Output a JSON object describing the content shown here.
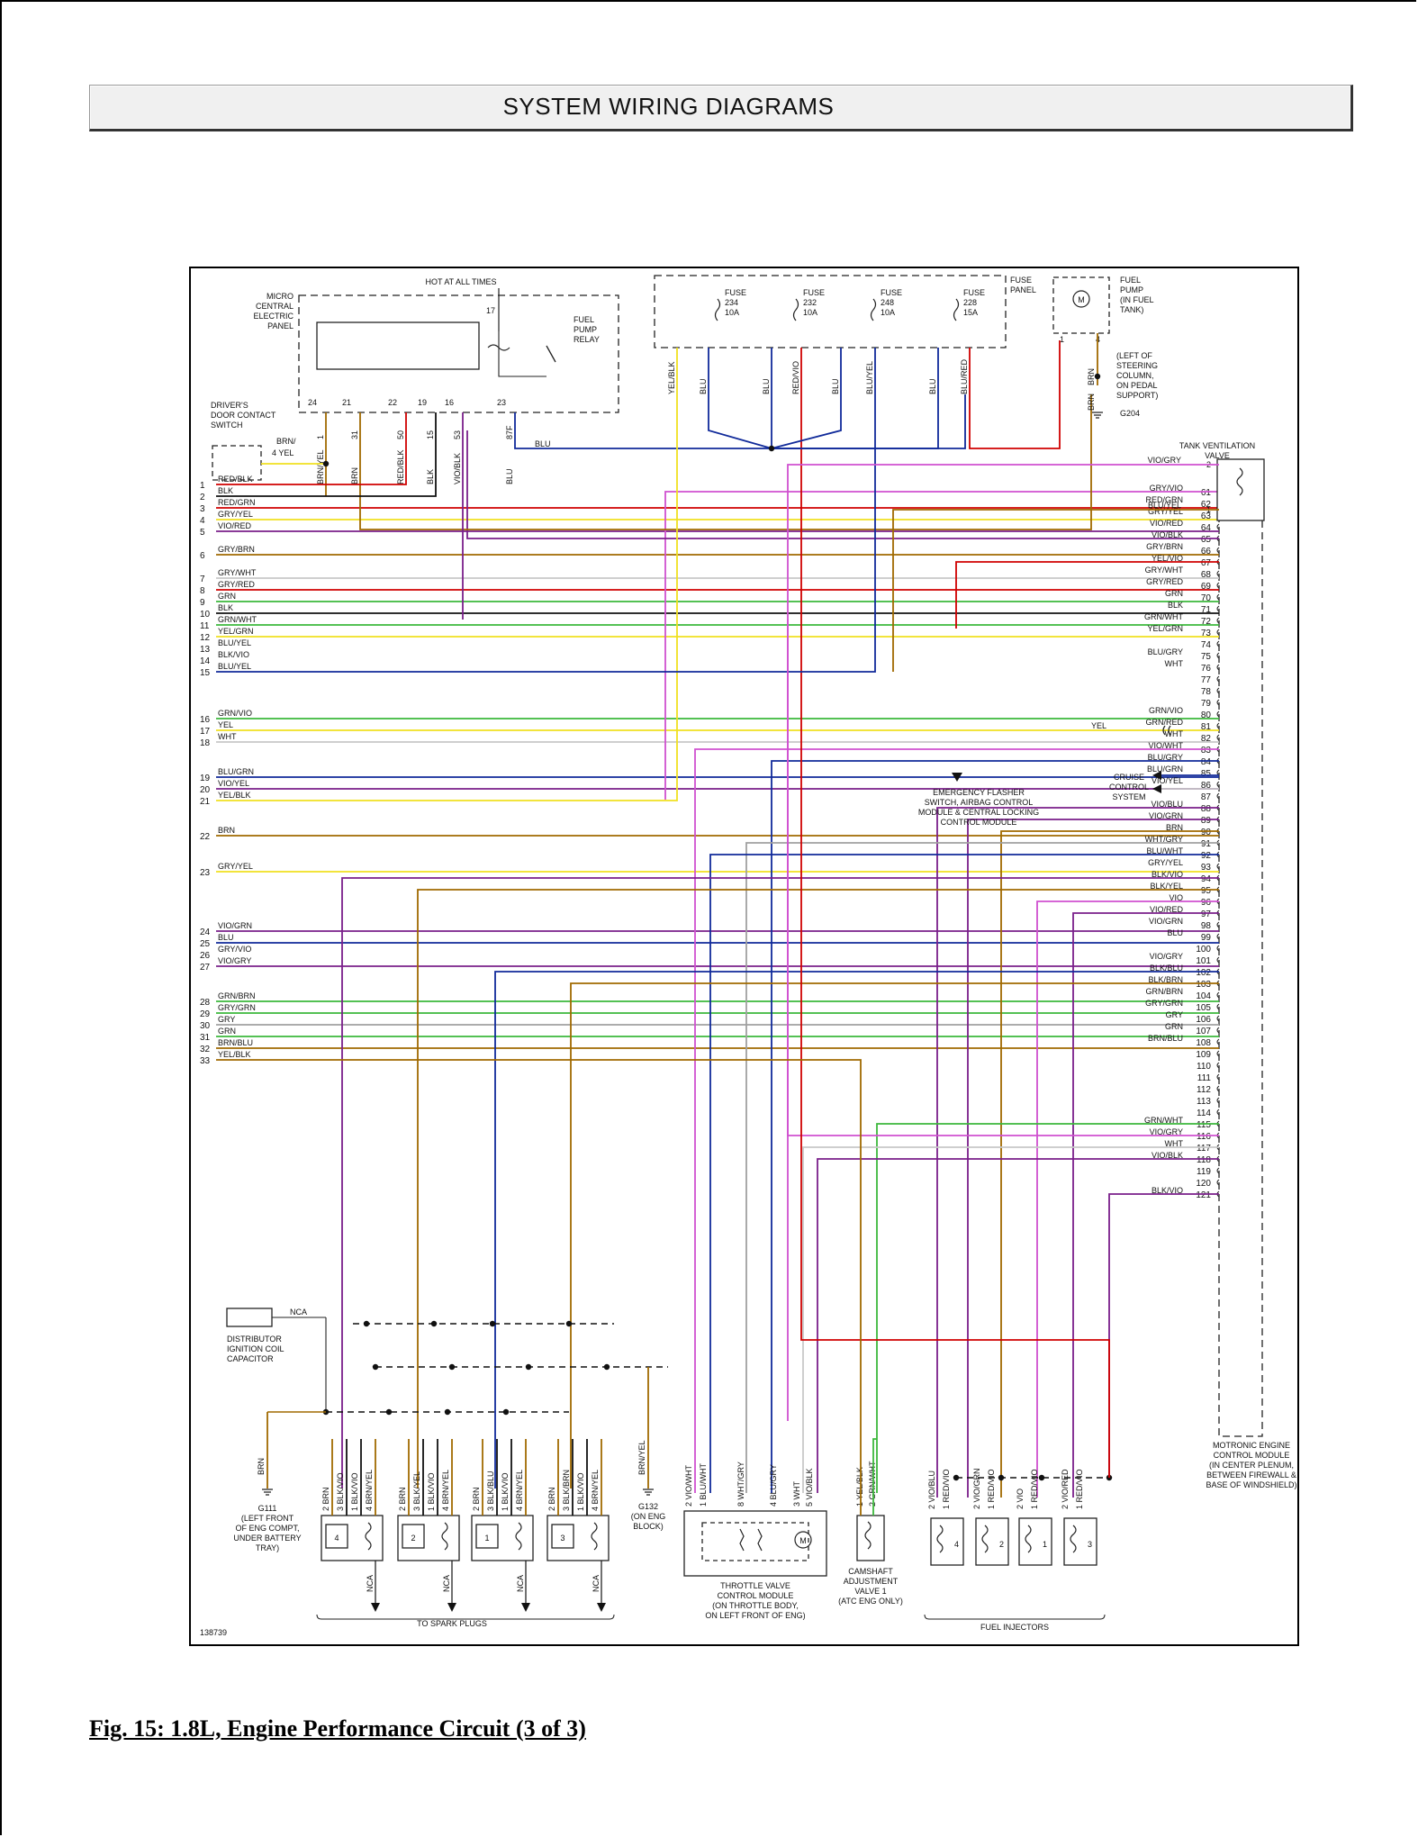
{
  "header": {
    "title": "SYSTEM WIRING DIAGRAMS"
  },
  "caption": "Fig. 15: 1.8L, Engine Performance Circuit (3 of 3)",
  "diagram_id": "138739",
  "colors": {
    "YEL": "#f0e020",
    "BRN": "#a06a00",
    "RED": "#d00000",
    "BLK": "#111111",
    "GRN": "#3cb83c",
    "VIO": "#7a1f8a",
    "BLU": "#102a9a",
    "GRY": "#a0a0a0",
    "WHT": "#c8c8c8",
    "PNK": "#d050d0"
  },
  "labels": {
    "micro_panel": "MICRO\nCENTRAL\nELECTRIC\nPANEL",
    "hot_at_all_times": "HOT AT ALL TIMES",
    "fuel_pump_relay": "FUEL\nPUMP\nRELAY",
    "drivers_door": "DRIVER'S\nDOOR CONTACT\nSWITCH",
    "fuse_panel": "FUSE\nPANEL",
    "fuel_pump": "FUEL\nPUMP\n(IN FUEL\nTANK)",
    "left_steering": "(LEFT OF\nSTEERING\nCOLUMN,\nON PEDAL\nSUPPORT)",
    "g204": "G204",
    "tank_vent": "TANK VENTILATION\nVALVE",
    "emergency": "EMERGENCY FLASHER\nSWITCH, AIRBAG CONTROL\nMODULE & CENTRAL LOCKING\nCONTROL MODULE",
    "cruise": "CRUISE\nCONTROL\nSYSTEM",
    "motronic": "MOTRONIC ENGINE\nCONTROL MODULE\n(IN CENTER PLENUM,\nBETWEEN FIREWALL &\nBASE OF WINDSHIELD)",
    "distributor": "DISTRIBUTOR\nIGNITION COIL\nCAPACITOR",
    "nca": "NCA",
    "g111": "G111\n(LEFT FRONT\nOF ENG COMPT,\nUNDER BATTERY\nTRAY)",
    "g132": "G132\n(ON ENG\nBLOCK)",
    "to_spark_plugs": "TO SPARK PLUGS",
    "throttle": "THROTTLE VALVE\nCONTROL MODULE\n(ON THROTTLE BODY,\nON LEFT FRONT OF ENG)",
    "camshaft": "CAMSHAFT\nADJUSTMENT\nVALVE 1\n(ATC ENG ONLY)",
    "fuel_injectors": "FUEL INJECTORS",
    "yel": "YEL",
    "blu": "BLU"
  },
  "fuses": [
    {
      "label": "FUSE\n234\n10A"
    },
    {
      "label": "FUSE\n232\n10A"
    },
    {
      "label": "FUSE\n248\n10A"
    },
    {
      "label": "FUSE\n228\n15A"
    }
  ],
  "panel_pins": [
    "24",
    "21",
    "22",
    "19",
    "16",
    "23"
  ],
  "panel_pins_top": [
    "17"
  ],
  "panel_wire_labels": [
    "BRN/YEL",
    "BRN",
    "RED/BLK",
    "BLK",
    "VIO/BLK",
    "BLU"
  ],
  "panel_wire_pins": [
    "1",
    "31",
    "50",
    "15",
    "53",
    "87F"
  ],
  "fuse_wire_labels": [
    "YEL/BLK",
    "BLU",
    "BLU",
    "RED/VIO",
    "BLU",
    "BLU/YEL",
    "BLU",
    "BLU/RED",
    "BLU/RED",
    "BRN",
    "BRN"
  ],
  "fuel_pump_pins": [
    "1",
    "4"
  ],
  "tank_vent_wires": [
    {
      "label": "VIO/GRY",
      "pin": "2"
    },
    {
      "label": "BLU/YEL",
      "pin": "1"
    }
  ],
  "left_wires": [
    {
      "n": "1",
      "label": "RED/BLK"
    },
    {
      "n": "2",
      "label": "BLK"
    },
    {
      "n": "3",
      "label": "RED/GRN"
    },
    {
      "n": "4",
      "label": "GRY/YEL"
    },
    {
      "n": "5",
      "label": "VIO/RED"
    },
    {
      "n": "6",
      "label": "GRY/BRN"
    },
    {
      "n": "7",
      "label": "GRY/WHT"
    },
    {
      "n": "8",
      "label": "GRY/RED"
    },
    {
      "n": "9",
      "label": "GRN"
    },
    {
      "n": "10",
      "label": "BLK"
    },
    {
      "n": "11",
      "label": "GRN/WHT"
    },
    {
      "n": "12",
      "label": "YEL/GRN"
    },
    {
      "n": "13",
      "label": "BLU/YEL"
    },
    {
      "n": "14",
      "label": "BLK/VIO"
    },
    {
      "n": "15",
      "label": "BLU/YEL"
    },
    {
      "n": "16",
      "label": "GRN/VIO"
    },
    {
      "n": "17",
      "label": "YEL"
    },
    {
      "n": "18",
      "label": "WHT"
    },
    {
      "n": "19",
      "label": "BLU/GRN"
    },
    {
      "n": "20",
      "label": "VIO/YEL"
    },
    {
      "n": "21",
      "label": "YEL/BLK"
    },
    {
      "n": "22",
      "label": "BRN"
    },
    {
      "n": "23",
      "label": "GRY/YEL"
    },
    {
      "n": "24",
      "label": "VIO/GRN"
    },
    {
      "n": "25",
      "label": "BLU"
    },
    {
      "n": "26",
      "label": "GRY/VIO"
    },
    {
      "n": "27",
      "label": "VIO/GRY"
    },
    {
      "n": "28",
      "label": "GRN/BRN"
    },
    {
      "n": "29",
      "label": "GRY/GRN"
    },
    {
      "n": "30",
      "label": "GRY"
    },
    {
      "n": "31",
      "label": "GRN"
    },
    {
      "n": "32",
      "label": "BRN/BLU"
    },
    {
      "n": "33",
      "label": "YEL/BLK"
    }
  ],
  "ecm_pins": [
    {
      "n": "61",
      "label": "GRY/VIO"
    },
    {
      "n": "62",
      "label": "RED/GRN"
    },
    {
      "n": "63",
      "label": "GRY/YEL"
    },
    {
      "n": "64",
      "label": "VIO/RED"
    },
    {
      "n": "65",
      "label": "VIO/BLK"
    },
    {
      "n": "66",
      "label": "GRY/BRN"
    },
    {
      "n": "67",
      "label": "YEL/VIO"
    },
    {
      "n": "68",
      "label": "GRY/WHT"
    },
    {
      "n": "69",
      "label": "GRY/RED"
    },
    {
      "n": "70",
      "label": "GRN"
    },
    {
      "n": "71",
      "label": "BLK"
    },
    {
      "n": "72",
      "label": "GRN/WHT"
    },
    {
      "n": "73",
      "label": "YEL/GRN"
    },
    {
      "n": "74",
      "label": ""
    },
    {
      "n": "75",
      "label": "BLU/GRY"
    },
    {
      "n": "76",
      "label": "WHT"
    },
    {
      "n": "77",
      "label": ""
    },
    {
      "n": "78",
      "label": ""
    },
    {
      "n": "79",
      "label": ""
    },
    {
      "n": "80",
      "label": "GRN/VIO"
    },
    {
      "n": "81",
      "label": "GRN/RED"
    },
    {
      "n": "82",
      "label": "WHT"
    },
    {
      "n": "83",
      "label": "VIO/WHT"
    },
    {
      "n": "84",
      "label": "BLU/GRY"
    },
    {
      "n": "85",
      "label": "BLU/GRN"
    },
    {
      "n": "86",
      "label": "VIO/YEL"
    },
    {
      "n": "87",
      "label": ""
    },
    {
      "n": "88",
      "label": "VIO/BLU"
    },
    {
      "n": "89",
      "label": "VIO/GRN"
    },
    {
      "n": "90",
      "label": "BRN"
    },
    {
      "n": "91",
      "label": "WHT/GRY"
    },
    {
      "n": "92",
      "label": "BLU/WHT"
    },
    {
      "n": "93",
      "label": "GRY/YEL"
    },
    {
      "n": "94",
      "label": "BLK/VIO"
    },
    {
      "n": "95",
      "label": "BLK/YEL"
    },
    {
      "n": "96",
      "label": "VIO"
    },
    {
      "n": "97",
      "label": "VIO/RED"
    },
    {
      "n": "98",
      "label": "VIO/GRN"
    },
    {
      "n": "99",
      "label": "BLU"
    },
    {
      "n": "100",
      "label": ""
    },
    {
      "n": "101",
      "label": "VIO/GRY"
    },
    {
      "n": "102",
      "label": "BLK/BLU"
    },
    {
      "n": "103",
      "label": "BLK/BRN"
    },
    {
      "n": "104",
      "label": "GRN/BRN"
    },
    {
      "n": "105",
      "label": "GRY/GRN"
    },
    {
      "n": "106",
      "label": "GRY"
    },
    {
      "n": "107",
      "label": "GRN"
    },
    {
      "n": "108",
      "label": "BRN/BLU"
    },
    {
      "n": "109",
      "label": ""
    },
    {
      "n": "110",
      "label": ""
    },
    {
      "n": "111",
      "label": ""
    },
    {
      "n": "112",
      "label": ""
    },
    {
      "n": "113",
      "label": ""
    },
    {
      "n": "114",
      "label": ""
    },
    {
      "n": "115",
      "label": "GRN/WHT"
    },
    {
      "n": "116",
      "label": "VIO/GRY"
    },
    {
      "n": "117",
      "label": "WHT"
    },
    {
      "n": "118",
      "label": "VIO/BLK"
    },
    {
      "n": "119",
      "label": ""
    },
    {
      "n": "120",
      "label": ""
    },
    {
      "n": "121",
      "label": "BLK/VIO"
    }
  ],
  "coils": [
    {
      "id": "4",
      "pins": [
        "2 BRN",
        "3 BLK/VIO",
        "1 BLK/VIO",
        "4 BRN/YEL"
      ]
    },
    {
      "id": "2",
      "pins": [
        "2 BRN",
        "3 BLK/YEL",
        "1 BLK/VIO",
        "4 BRN/YEL"
      ]
    },
    {
      "id": "1",
      "pins": [
        "2 BRN",
        "3 BLK/BLU",
        "1 BLK/VIO",
        "4 BRN/YEL"
      ]
    },
    {
      "id": "3",
      "pins": [
        "2 BRN",
        "3 BLK/BRN",
        "1 BLK/VIO",
        "4 BRN/YEL"
      ]
    }
  ],
  "g111_wire": "BRN",
  "g132_wire": "BRN/YEL",
  "throttle_pins": [
    "2 VIO/WHT",
    "1 BLU/WHT",
    "8 WHT/GRY",
    "4 BLU/GRY",
    "3 WHT",
    "5 VIO/BLK"
  ],
  "camshaft_pins": [
    "1 YEL/BLK",
    "2 GRN/WHT"
  ],
  "injectors": [
    {
      "id": "4",
      "pins": [
        "2 VIO/BLU",
        "1 RED/VIO"
      ]
    },
    {
      "id": "2",
      "pins": [
        "2 VIO/GRN",
        "1 RED/VIO"
      ]
    },
    {
      "id": "1",
      "pins": [
        "2 VIO",
        "1 RED/VIO"
      ]
    },
    {
      "id": "3",
      "pins": [
        "2 VIO/RED",
        "1 RED/VIO"
      ]
    }
  ]
}
